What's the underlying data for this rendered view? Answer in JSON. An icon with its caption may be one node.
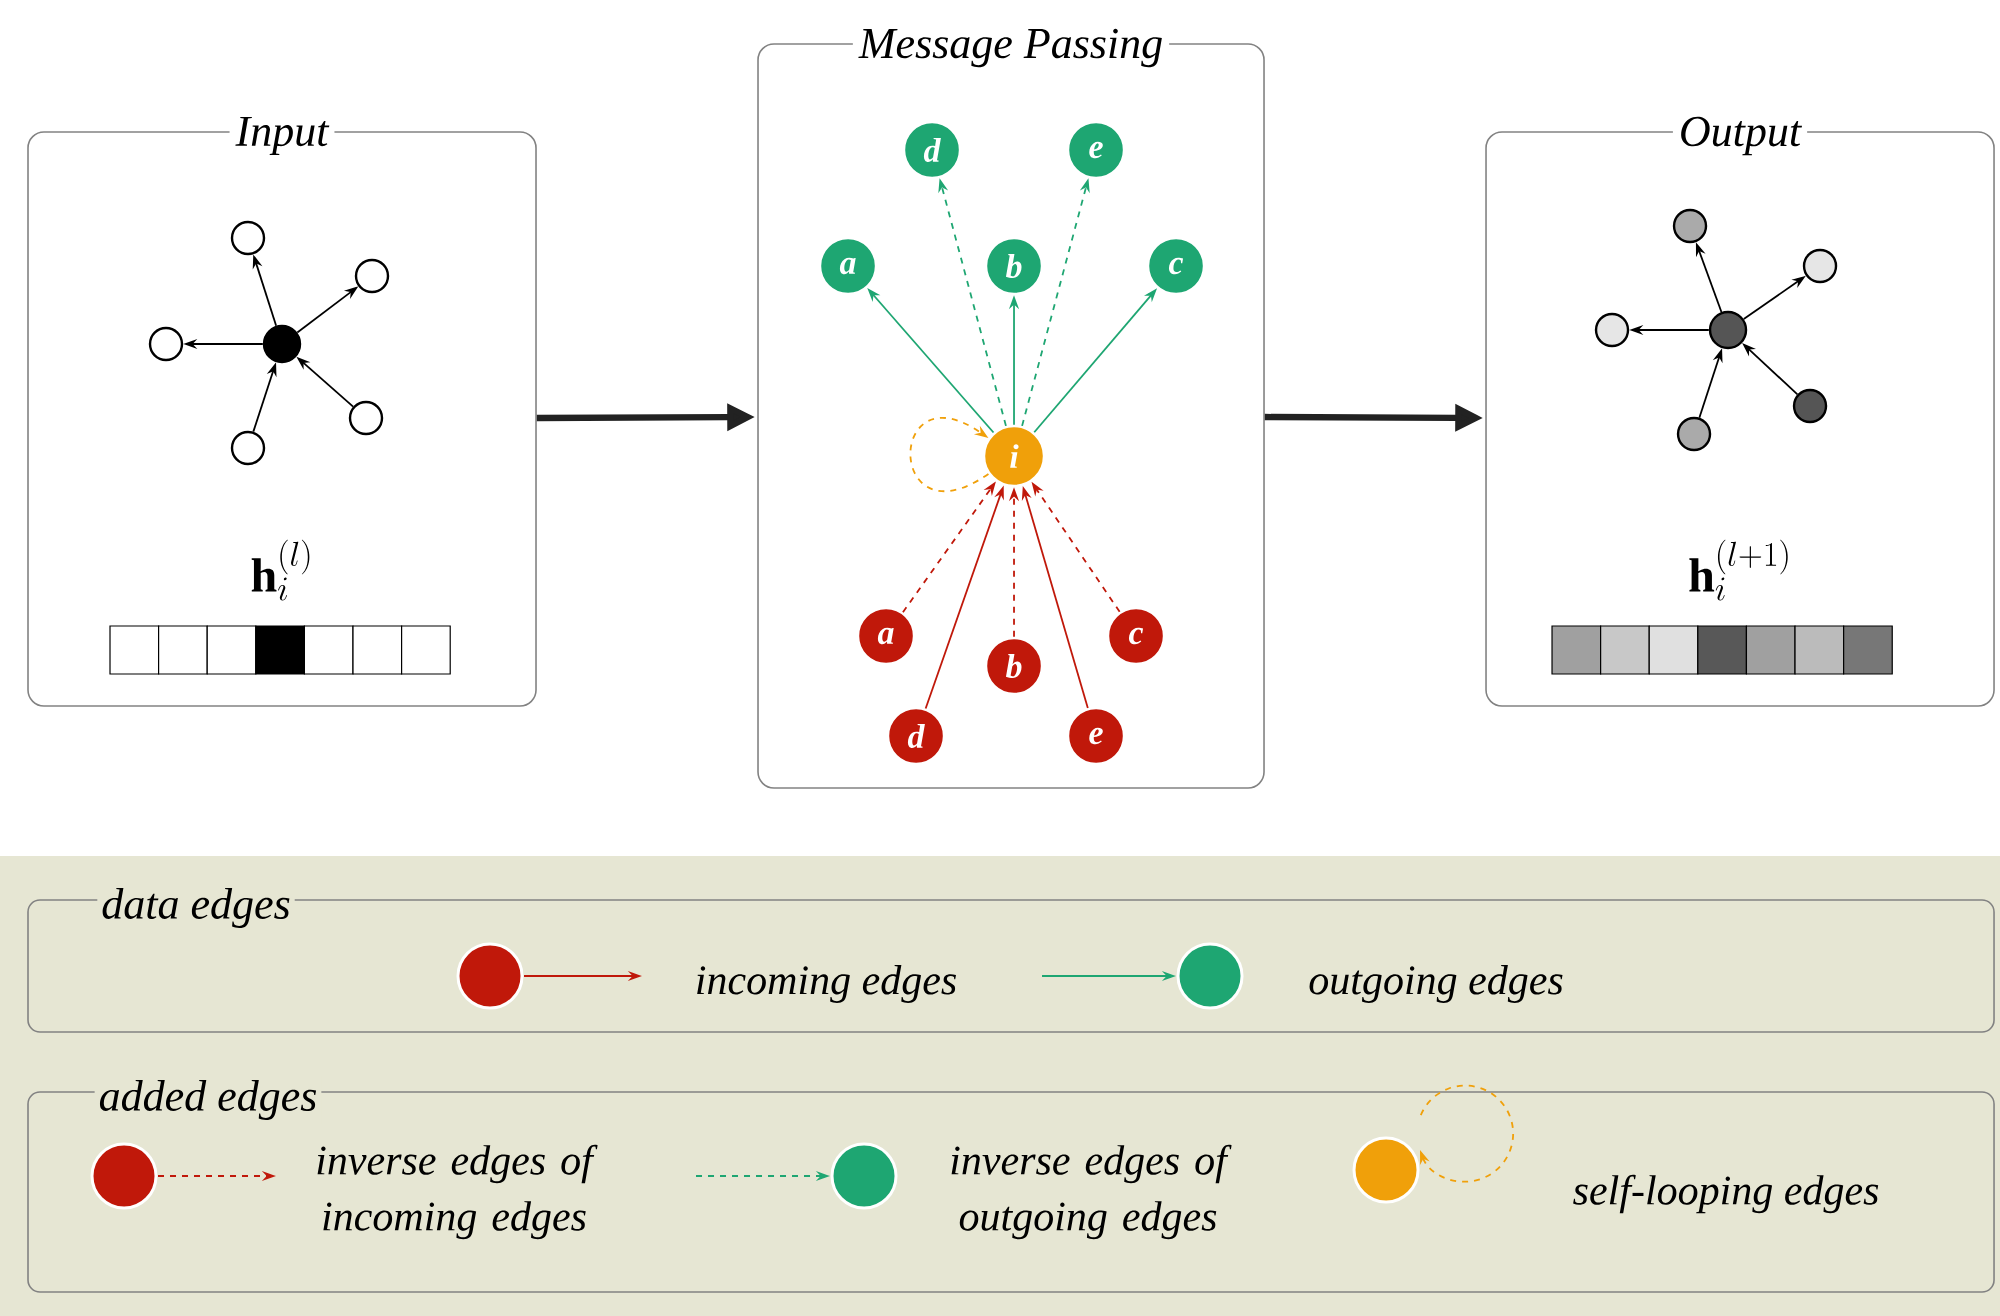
{
  "diagram": {
    "nodes": [
      {
        "text": [
          "Input"
        ]
      },
      {
        "text": [],
        "shape": "circle",
        "in": 0
      },
      {
        "text": [],
        "shape": "circle",
        "in": 0
      },
      {
        "text": [],
        "shape": "circle",
        "in": 0
      },
      {
        "text": [],
        "shape": "circle",
        "in": 0
      },
      {
        "text": [],
        "shape": "circle",
        "in": 0
      },
      {
        "text": [],
        "shape": "circle",
        "in": 0
      },
      {
        "text": [
          "Message Passing"
        ]
      },
      {
        "text": [
          "d"
        ],
        "in": 7
      },
      {
        "text": [
          "e"
        ],
        "in": 7
      },
      {
        "text": [
          "a"
        ],
        "in": 7
      },
      {
        "text": [
          "b"
        ],
        "in": 7
      },
      {
        "text": [
          "c"
        ],
        "in": 7
      },
      {
        "text": [
          "i"
        ],
        "in": 7
      },
      {
        "text": [
          "a"
        ],
        "in": 7
      },
      {
        "text": [
          "b"
        ],
        "in": 7
      },
      {
        "text": [
          "c"
        ],
        "in": 7
      },
      {
        "text": [
          "d"
        ],
        "in": 7
      },
      {
        "text": [
          "e"
        ],
        "in": 7
      },
      {
        "text": [
          "Output"
        ]
      },
      {
        "text": [],
        "shape": "circle",
        "in": 19
      },
      {
        "text": [],
        "shape": "circle",
        "in": 19
      },
      {
        "text": [],
        "shape": "circle",
        "in": 19
      },
      {
        "text": [],
        "shape": "circle",
        "in": 19
      },
      {
        "text": [],
        "shape": "circle",
        "in": 19
      },
      {
        "text": [],
        "shape": "circle",
        "in": 19
      }
    ],
    "edges": [
      {
        "from": 1,
        "to": 2,
        "arrow": "to"
      },
      {
        "from": 1,
        "to": 3,
        "arrow": "to"
      },
      {
        "from": 1,
        "to": 4,
        "arrow": "to"
      },
      {
        "from": 5,
        "to": 1,
        "arrow": "to"
      },
      {
        "from": 6,
        "to": 1,
        "arrow": "to"
      },
      {
        "from": 0,
        "to": 7,
        "arrow": "to",
        "style": "thick",
        "color": "#222222"
      },
      {
        "from": 13,
        "to": 8,
        "arrow": "to",
        "style": "dashed",
        "color": "#1ea672"
      },
      {
        "from": 13,
        "to": 9,
        "arrow": "to",
        "style": "dashed",
        "color": "#1ea672"
      },
      {
        "from": 13,
        "to": 10,
        "arrow": "to",
        "color": "#1ea672"
      },
      {
        "from": 13,
        "to": 11,
        "arrow": "to",
        "color": "#1ea672"
      },
      {
        "from": 13,
        "to": 12,
        "arrow": "to",
        "color": "#1ea672"
      },
      {
        "from": 13,
        "to": 13,
        "arrow": "to",
        "style": "dashed",
        "color": "#f0a00a"
      },
      {
        "from": 14,
        "to": 13,
        "arrow": "to",
        "style": "dashed",
        "color": "#c0180a"
      },
      {
        "from": 15,
        "to": 13,
        "arrow": "to",
        "style": "dashed",
        "color": "#c0180a"
      },
      {
        "from": 16,
        "to": 13,
        "arrow": "to",
        "style": "dashed",
        "color": "#c0180a"
      },
      {
        "from": 17,
        "to": 13,
        "arrow": "to",
        "color": "#c0180a"
      },
      {
        "from": 18,
        "to": 13,
        "arrow": "to",
        "color": "#c0180a"
      },
      {
        "from": 7,
        "to": 19,
        "arrow": "to",
        "style": "thick",
        "color": "#222222"
      },
      {
        "from": 20,
        "to": 21,
        "arrow": "to"
      },
      {
        "from": 20,
        "to": 22,
        "arrow": "to"
      },
      {
        "from": 20,
        "to": 23,
        "arrow": "to"
      },
      {
        "from": 24,
        "to": 20,
        "arrow": "to"
      },
      {
        "from": 25,
        "to": 20,
        "arrow": "to"
      }
    ],
    "labels": [
      "\\mathbf{h}_i^{(l)}",
      "\\mathbf{h}_i^{(l+1)}",
      "data edges",
      "added edges"
    ],
    "legend": [
      {
        "text": "incoming edges"
      },
      {
        "text": "outgoing edges"
      },
      {
        "text": "inverse edges of incoming edges"
      },
      {
        "text": "inverse edges of outgoing edges"
      },
      {
        "text": "self-looping edges"
      }
    ]
  }
}
